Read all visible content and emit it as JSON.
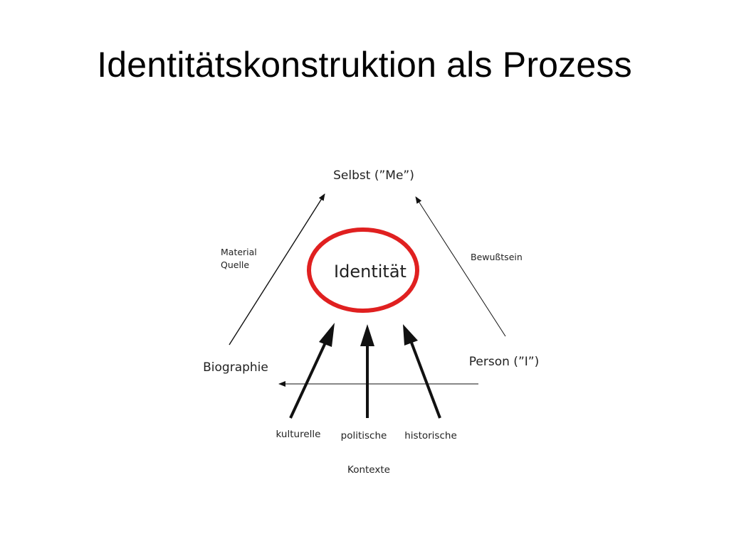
{
  "slide": {
    "title": "Identitätskonstruktion als Prozess"
  },
  "diagram": {
    "center": "Identität",
    "top": "Selbst (”Me”)",
    "left": "Biographie",
    "right": "Person (”I”)",
    "left_edge_label_line1": "Material",
    "left_edge_label_line2": "Quelle",
    "right_edge_label": "Bewußtsein",
    "contexts": [
      "kulturelle",
      "politische",
      "historische"
    ],
    "contexts_caption": "Kontexte",
    "colors": {
      "ellipse_stroke": "#e02020",
      "lines": "#111111",
      "text": "#222222"
    }
  }
}
